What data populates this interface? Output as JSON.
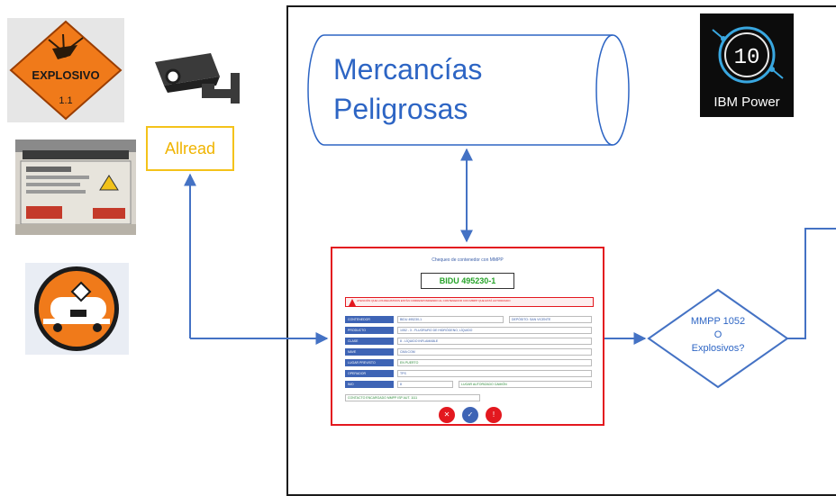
{
  "diagram": {
    "database_label_line1": "Mercancías",
    "database_label_line2": "Peligrosas",
    "reader_label": "Allread",
    "ibm_label": "IBM Power",
    "ibm_version": "10",
    "explosive_sign_text": "EXPLOSIVO",
    "explosive_sign_class": "1.1",
    "decision_line1": "MMPP 1052",
    "decision_line2": "O",
    "decision_line3": "Explosivos?",
    "colors": {
      "flow": "#4472c4",
      "reader_border": "#f4c21a",
      "form_border": "#e3181f",
      "frame": "#1a1a1a",
      "sign_orange": "#f07a1a"
    }
  },
  "form": {
    "title": "Chequeo de contenedor con MMPP",
    "container_id": "BIDU 495230-1",
    "alert": "ATENCIÓN QUE LOS REGISTROS ESTÁN CORRESPONDIENDO AL CONTENEDOR CON MMPP QUE ESTÁ AUTORIZADO",
    "rows": [
      {
        "label": "CONTENEDOR",
        "value": "BIDU 495230-1",
        "extra_label": "DEPÓSITO: SAN VICENTE"
      },
      {
        "label": "PRODUCTO",
        "value": "1052 - 3 - FLUORURO DE HIDRÓGENO, LÍQUIDO",
        "extra_label": ""
      },
      {
        "label": "CLASE",
        "value": "8 - LÍQUIDO INFLAMABLE",
        "extra_label": ""
      },
      {
        "label": "NAVE",
        "value": "CMA CGM",
        "extra_label": ""
      },
      {
        "label": "LUGAR PREVISTO",
        "value": "EN PUERTO",
        "extra_label": ""
      },
      {
        "label": "OPERADOR",
        "value": "TPS",
        "extra_label": ""
      },
      {
        "label": "IMO",
        "value": "8",
        "extra_label": "LUGAR AUTORIZADO CAMIÓN"
      }
    ],
    "contact": "CONTACTO ENCARGADO MMPP ISP AUT. 1111",
    "buttons": [
      {
        "name": "cancel",
        "glyph": "✕",
        "color": "#e3181f"
      },
      {
        "name": "confirm",
        "glyph": "✓",
        "color": "#3e64b5"
      },
      {
        "name": "alert",
        "glyph": "!",
        "color": "#e3181f"
      }
    ]
  }
}
